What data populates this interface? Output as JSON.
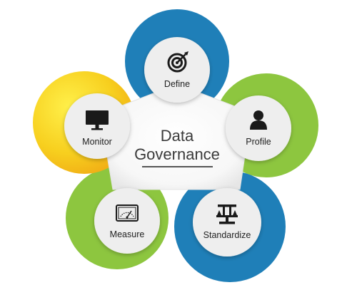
{
  "center": {
    "title_line1": "Data",
    "title_line2": "Governance"
  },
  "nodes": [
    {
      "label": "Define",
      "icon": "target-icon",
      "color": "#1f7fb8"
    },
    {
      "label": "Profile",
      "icon": "person-icon",
      "color": "#8dc63f"
    },
    {
      "label": "Standardize",
      "icon": "standardize-icon",
      "color": "#1f7fb8"
    },
    {
      "label": "Measure",
      "icon": "gauge-icon",
      "color": "#8dc63f"
    },
    {
      "label": "Monitor",
      "icon": "monitor-icon",
      "color": "#f6c21c"
    }
  ],
  "colors": {
    "blue": "#1f7fb8",
    "green": "#8dc63f",
    "yellow": "#f6c21c",
    "node_fill": "#eeeeee",
    "icon": "#1a1a1a"
  }
}
